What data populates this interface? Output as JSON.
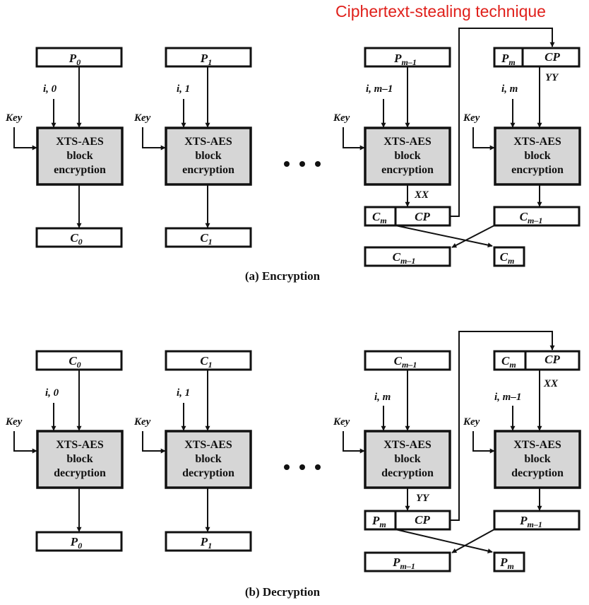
{
  "annotation": {
    "text": "Ciphertext-stealing technique",
    "color": "#e0201b"
  },
  "colors": {
    "block_fill": "#d6d6d6",
    "stroke": "#111111"
  },
  "encryption": {
    "caption": "(a) Encryption",
    "blocks": [
      {
        "input": "P",
        "input_sub": "0",
        "tweak": "i, 0",
        "key": "Key",
        "line1": "XTS-AES",
        "line2": "block",
        "line3": "encryption",
        "output": "C",
        "output_sub": "0"
      },
      {
        "input": "P",
        "input_sub": "1",
        "tweak": "i, 1",
        "key": "Key",
        "line1": "XTS-AES",
        "line2": "block",
        "line3": "encryption",
        "output": "C",
        "output_sub": "1"
      },
      {
        "input": "P",
        "input_sub": "m–1",
        "tweak": "i, m–1",
        "key": "Key",
        "line1": "XTS-AES",
        "line2": "block",
        "line3": "encryption"
      },
      {
        "input_left": "P",
        "input_left_sub": "m",
        "input_right": "CP",
        "tweak": "i, m",
        "key": "Key",
        "line1": "XTS-AES",
        "line2": "block",
        "line3": "encryption",
        "out_box": "C",
        "out_box_sub": "m–1"
      }
    ],
    "intermediate": "XX",
    "padding_label": "YY",
    "split_left": "C",
    "split_left_sub": "m",
    "split_right": "CP",
    "final_left": "C",
    "final_left_sub": "m–1",
    "final_right": "C",
    "final_right_sub": "m"
  },
  "decryption": {
    "caption": "(b) Decryption",
    "blocks": [
      {
        "input": "C",
        "input_sub": "0",
        "tweak": "i, 0",
        "key": "Key",
        "line1": "XTS-AES",
        "line2": "block",
        "line3": "decryption",
        "output": "P",
        "output_sub": "0"
      },
      {
        "input": "C",
        "input_sub": "1",
        "tweak": "i, 1",
        "key": "Key",
        "line1": "XTS-AES",
        "line2": "block",
        "line3": "decryption",
        "output": "P",
        "output_sub": "1"
      },
      {
        "input": "C",
        "input_sub": "m–1",
        "tweak": "i, m",
        "key": "Key",
        "line1": "XTS-AES",
        "line2": "block",
        "line3": "decryption"
      },
      {
        "input_left": "C",
        "input_left_sub": "m",
        "input_right": "CP",
        "tweak": "i, m–1",
        "key": "Key",
        "line1": "XTS-AES",
        "line2": "block",
        "line3": "decryption",
        "out_box": "P",
        "out_box_sub": "m–1"
      }
    ],
    "intermediate": "YY",
    "padding_label": "XX",
    "split_left": "P",
    "split_left_sub": "m",
    "split_right": "CP",
    "final_left": "P",
    "final_left_sub": "m–1",
    "final_right": "P",
    "final_right_sub": "m"
  }
}
